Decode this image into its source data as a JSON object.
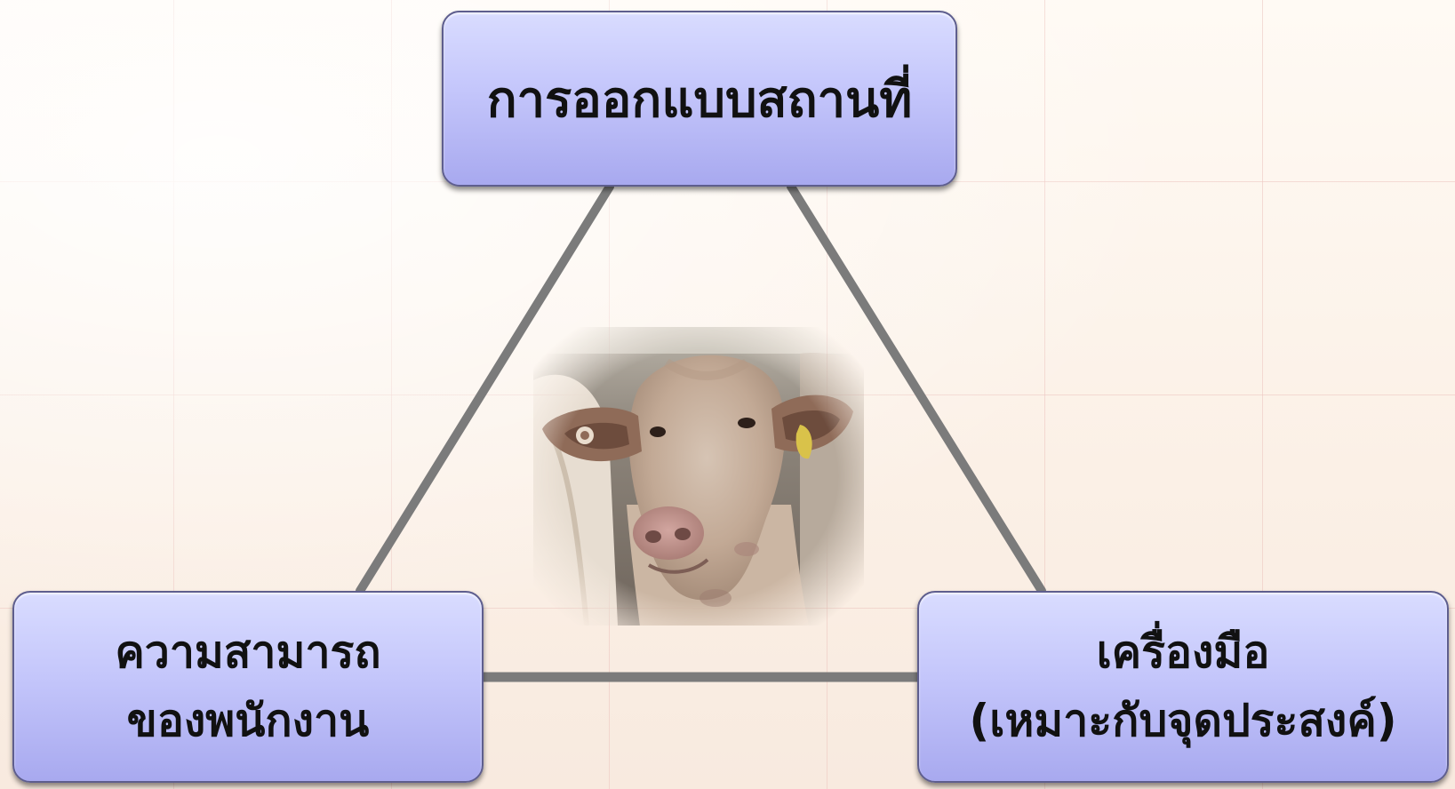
{
  "diagram": {
    "nodes": {
      "top": {
        "label": "การออกแบบสถานที่"
      },
      "left": {
        "line1": "ความสามารถ",
        "line2": "ของพนักงาน"
      },
      "right": {
        "line1": "เครื่องมือ",
        "line2": "(เหมาะกับจุดประสงค์)"
      }
    },
    "center_image": {
      "subject": "cow-photo"
    },
    "colors": {
      "node_fill": "#c4c6fb",
      "node_border": "#5e5e8e",
      "connector": "#7b7b7b",
      "background": "#fbf4ec"
    }
  }
}
